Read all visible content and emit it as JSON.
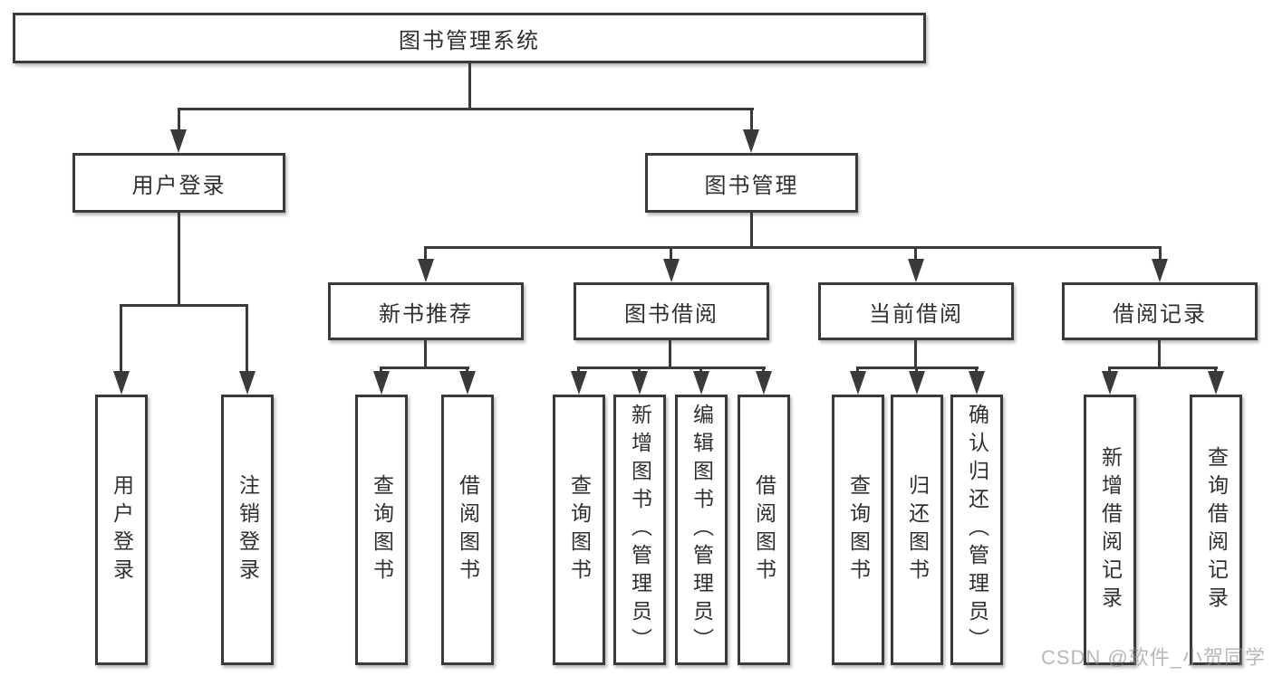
{
  "diagram": {
    "root": "图书管理系统",
    "level2": {
      "user": "用户登录",
      "books": "图书管理"
    },
    "level3": {
      "recommend": "新书推荐",
      "borrow": "图书借阅",
      "current": "当前借阅",
      "records": "借阅记录"
    },
    "leaves": {
      "user": [
        "用户登录",
        "注销登录"
      ],
      "recommend": [
        "查询图书",
        "借阅图书"
      ],
      "borrow": [
        "查询图书",
        "新增图书（管理员）",
        "编辑图书（管理员）",
        "借阅图书"
      ],
      "current": [
        "查询图书",
        "归还图书",
        "确认归还（管理员）"
      ],
      "records": [
        "新增借阅记录",
        "查询借阅记录"
      ]
    }
  },
  "watermark": "CSDN @软件_小贺同学",
  "colors": {
    "line": "#3a3a3a",
    "text": "#303030",
    "background": "#ffffff",
    "watermark": "#8c8c8c"
  }
}
